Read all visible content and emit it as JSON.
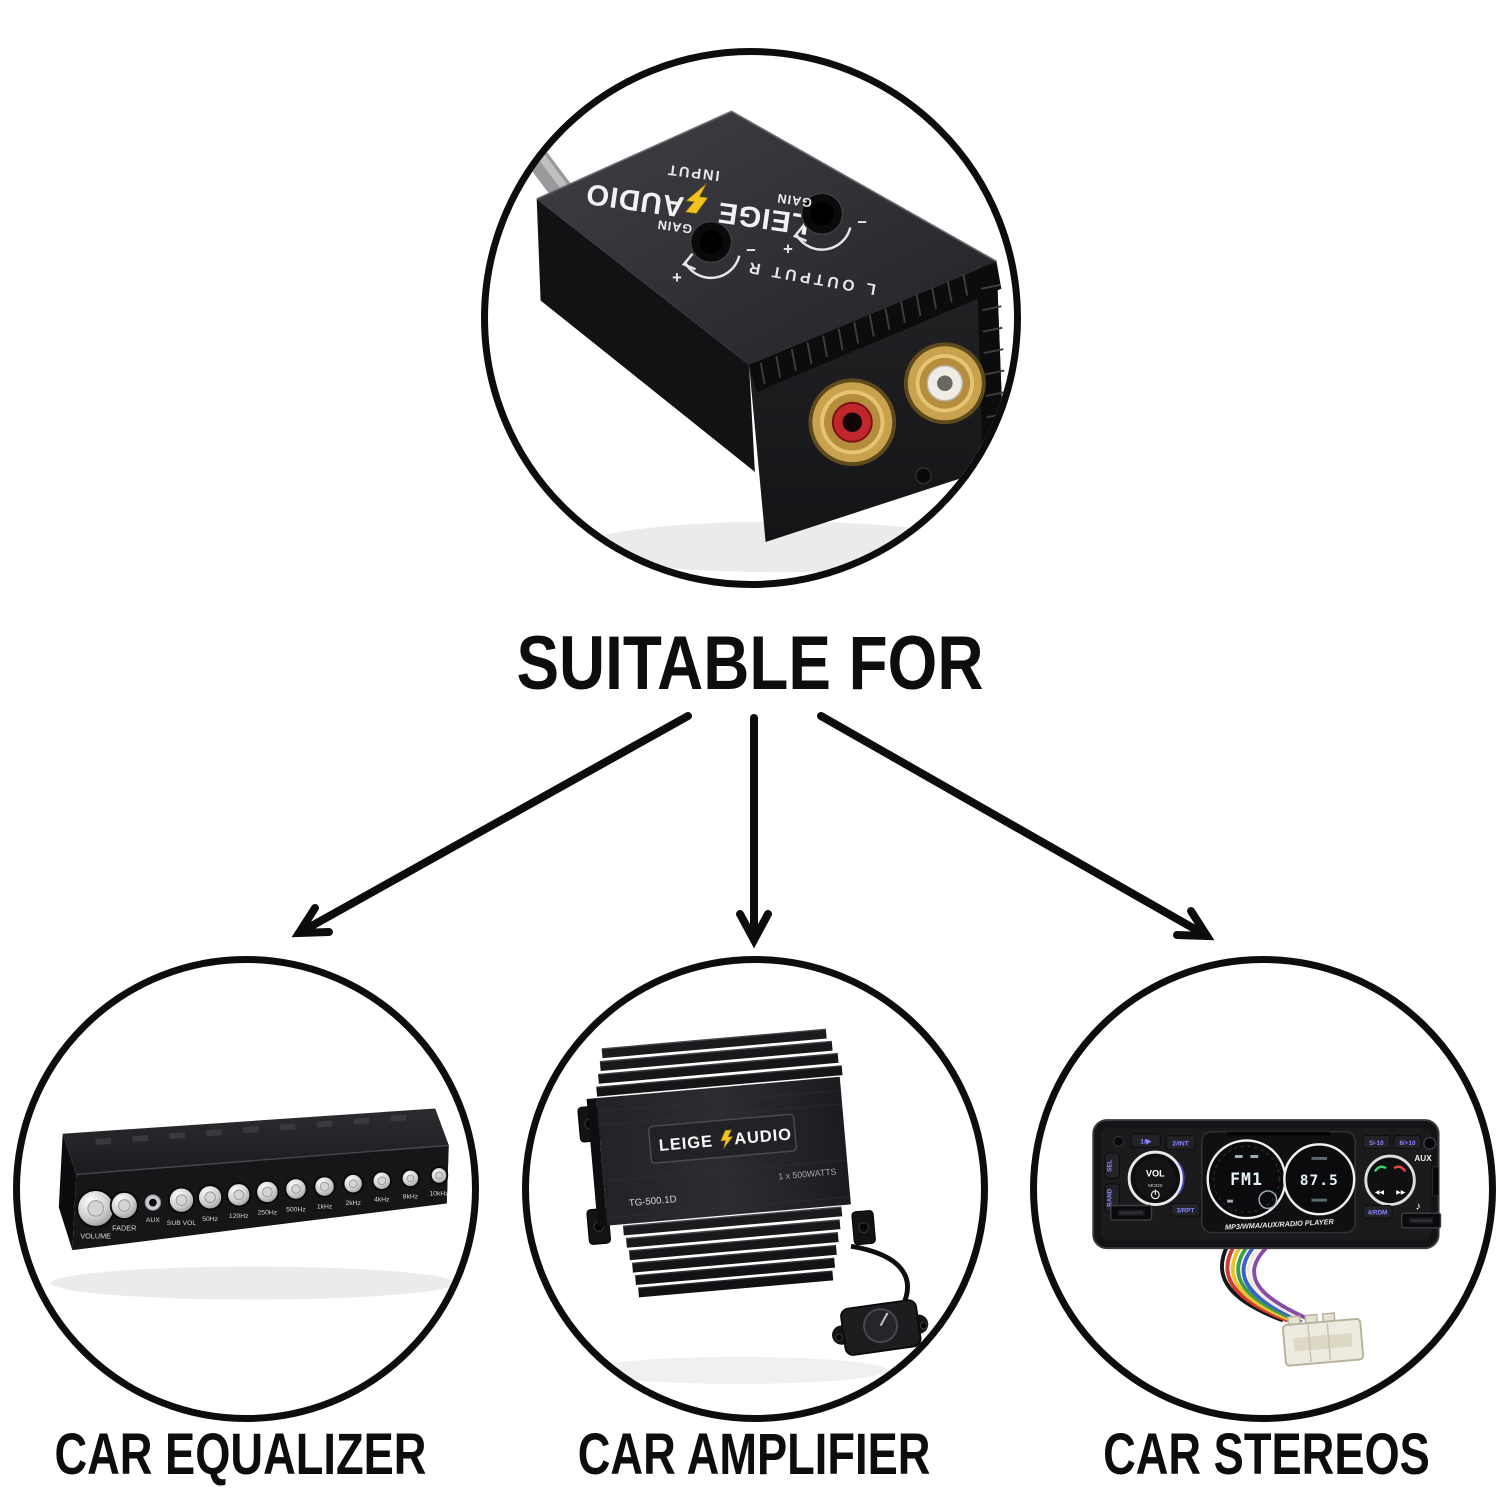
{
  "heading": "SUITABLE FOR",
  "captions": [
    "CAR EQUALIZER",
    "CAR AMPLIFIER",
    "CAR STEREOS"
  ],
  "converter": {
    "brand_first": "LEIGE",
    "brand_second": "AUDIO",
    "input_label": "INPUT",
    "gain_label": "GAIN",
    "output_label": "L OUTPUT R",
    "plus_mark": "+",
    "minus_mark": "−"
  },
  "equalizer": {
    "knob_labels": [
      "VOLUME",
      "FADER",
      "AUX",
      "SUB VOL",
      "50Hz",
      "120Hz",
      "250Hz",
      "500Hz",
      "1kHz",
      "2kHz",
      "4kHz",
      "8kHz",
      "10kHz"
    ]
  },
  "amplifier": {
    "brand_first": "LEIGE",
    "brand_second": "AUDIO",
    "model": "TG-500.1D",
    "power": "1 x 500WATTS"
  },
  "stereo": {
    "buttons": {
      "b1": "1/▶",
      "b2": "2/INT",
      "sel": "SEL",
      "band": "BAND",
      "b3": "3/RPT",
      "b5": "5/-10",
      "b6": "6/+10",
      "b4": "4/RDM"
    },
    "aux_label": "AUX",
    "vol_label": "VOL",
    "mode_label": "MODE",
    "display_left": "FM1",
    "display_right": "87.5",
    "bottom_label": "MP3/WMA/AUX/RADIO PLAYER",
    "prev_mark": "◀◀",
    "next_mark": "▶▶",
    "note_mark": "♪"
  },
  "colors": {
    "outline_black": "#0d0d0d",
    "rca_red": "#c0272d",
    "rca_white": "#efece4",
    "gold": "#c9a24e",
    "bolt_yellow": "#f2c21f",
    "button_text_blue": "#7b7bff"
  }
}
